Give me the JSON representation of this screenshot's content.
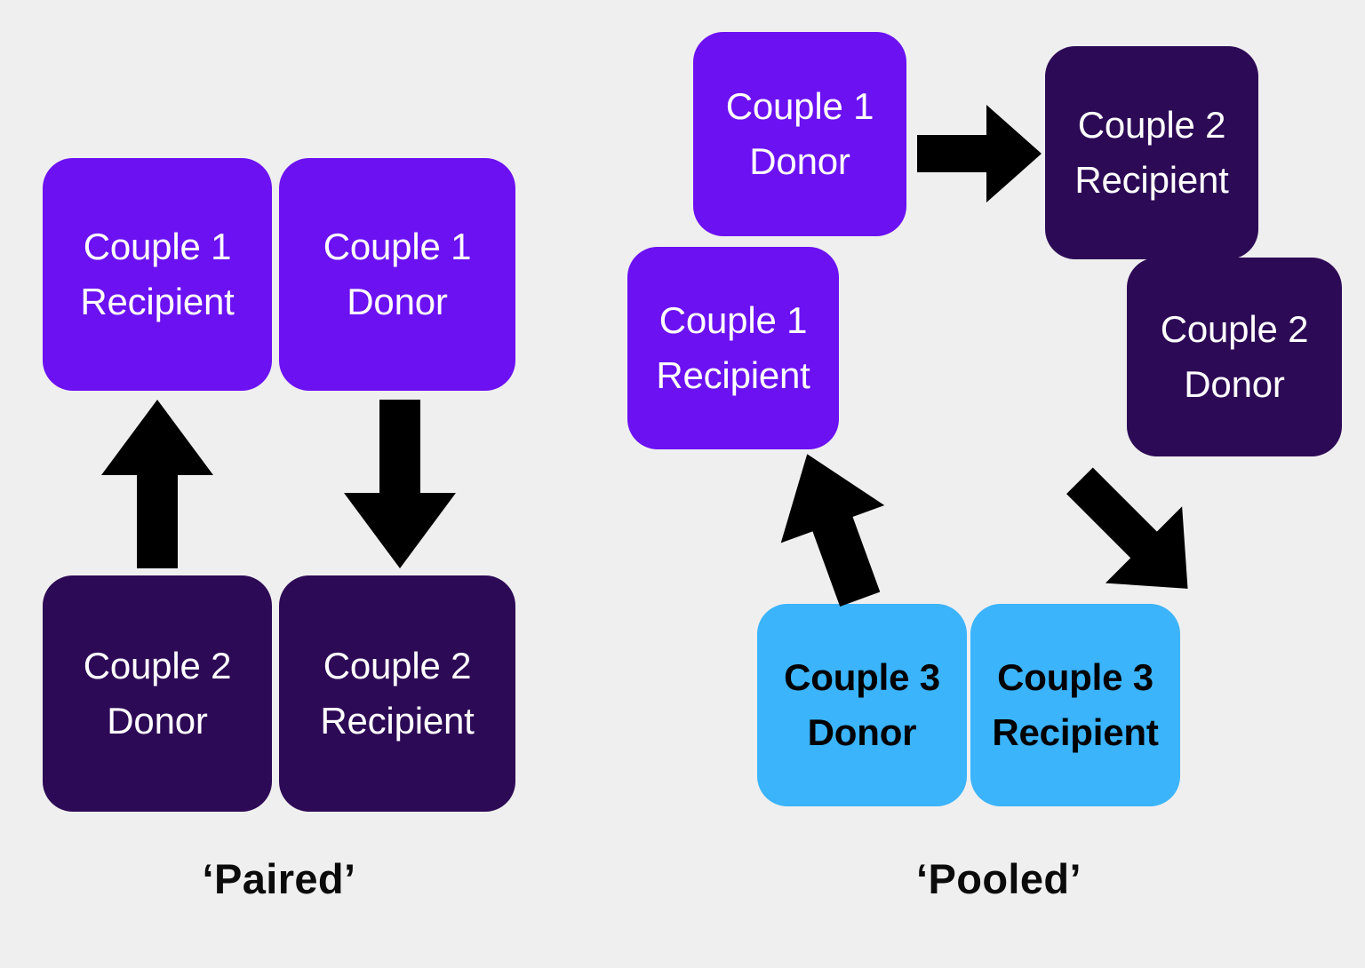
{
  "background_color": "#f0efef",
  "palette": {
    "purple": "#6b11f2",
    "dark_purple": "#2d0a56",
    "blue": "#3bb4fb",
    "arrow": "#000000",
    "light_text": "#ffffff",
    "dark_text": "#000000"
  },
  "diagrams": [
    {
      "id": "paired",
      "caption": "‘Paired’",
      "nodes": [
        {
          "id": "p-c1-recipient",
          "line1": "Couple 1",
          "line2": "Recipient",
          "color": "#6b11f2",
          "text_style": "light-regular"
        },
        {
          "id": "p-c1-donor",
          "line1": "Couple 1",
          "line2": "Donor",
          "color": "#6b11f2",
          "text_style": "light-regular"
        },
        {
          "id": "p-c2-donor",
          "line1": "Couple 2",
          "line2": "Donor",
          "color": "#2d0a56",
          "text_style": "light-regular"
        },
        {
          "id": "p-c2-recipient",
          "line1": "Couple 2",
          "line2": "Recipient",
          "color": "#2d0a56",
          "text_style": "light-regular"
        }
      ],
      "arrows": [
        {
          "id": "arrow-c2donor-to-c1recipient",
          "direction": "up",
          "from": "Couple 2 Donor",
          "to": "Couple 1 Recipient"
        },
        {
          "id": "arrow-c1donor-to-c2recipient",
          "direction": "down",
          "from": "Couple 1 Donor",
          "to": "Couple 2 Recipient"
        }
      ]
    },
    {
      "id": "pooled",
      "caption": "‘Pooled’",
      "nodes": [
        {
          "id": "q-c1-donor",
          "line1": "Couple 1",
          "line2": "Donor",
          "color": "#6b11f2",
          "text_style": "light-regular"
        },
        {
          "id": "q-c1-recipient",
          "line1": "Couple 1",
          "line2": "Recipient",
          "color": "#6b11f2",
          "text_style": "light-regular"
        },
        {
          "id": "q-c2-recipient",
          "line1": "Couple 2",
          "line2": "Recipient",
          "color": "#2d0a56",
          "text_style": "light-regular"
        },
        {
          "id": "q-c2-donor",
          "line1": "Couple 2",
          "line2": "Donor",
          "color": "#2d0a56",
          "text_style": "light-regular"
        },
        {
          "id": "q-c3-donor",
          "line1": "Couple 3",
          "line2": "Donor",
          "color": "#3bb4fb",
          "text_style": "dark-bold"
        },
        {
          "id": "q-c3-recipient",
          "line1": "Couple 3",
          "line2": "Recipient",
          "color": "#3bb4fb",
          "text_style": "dark-bold"
        }
      ],
      "arrows": [
        {
          "id": "arrow-c1donor-to-c2recipient",
          "direction": "right",
          "from": "Couple 1 Donor",
          "to": "Couple 2 Recipient"
        },
        {
          "id": "arrow-c2donor-to-c3recipient",
          "direction": "down-left",
          "from": "Couple 2 Donor",
          "to": "Couple 3 Recipient"
        },
        {
          "id": "arrow-c3donor-to-c1recipient",
          "direction": "up-left",
          "from": "Couple 3 Donor",
          "to": "Couple 1 Recipient"
        }
      ]
    }
  ]
}
